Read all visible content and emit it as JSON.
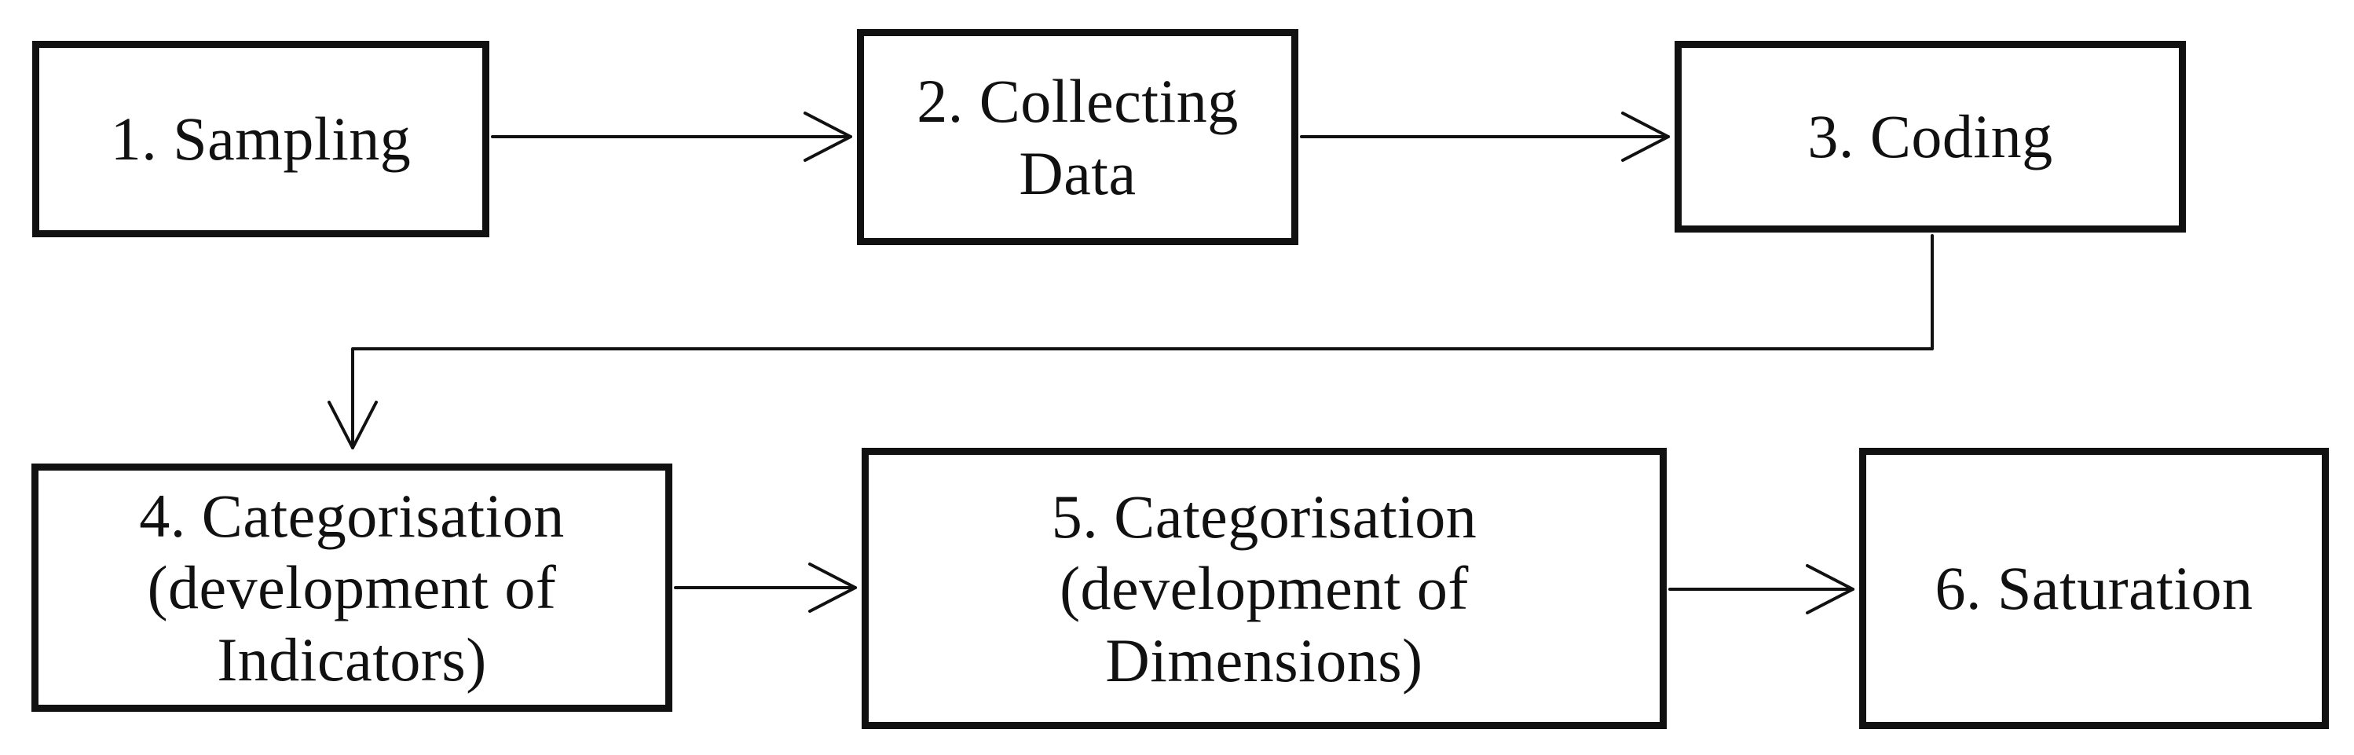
{
  "diagram": {
    "steps": [
      {
        "id": "1",
        "label": "1. Sampling"
      },
      {
        "id": "2",
        "label": "2. Collecting\nData"
      },
      {
        "id": "3",
        "label": "3. Coding"
      },
      {
        "id": "4",
        "label": "4. Categorisation\n(development of\nIndicators)"
      },
      {
        "id": "5",
        "label": "5. Categorisation\n(development of\nDimensions)"
      },
      {
        "id": "6",
        "label": "6. Saturation"
      }
    ],
    "connections": [
      {
        "from": "1",
        "to": "2"
      },
      {
        "from": "2",
        "to": "3"
      },
      {
        "from": "3",
        "to": "4"
      },
      {
        "from": "4",
        "to": "5"
      },
      {
        "from": "5",
        "to": "6"
      }
    ],
    "colors": {
      "stroke": "#111111",
      "background": "#ffffff"
    }
  }
}
